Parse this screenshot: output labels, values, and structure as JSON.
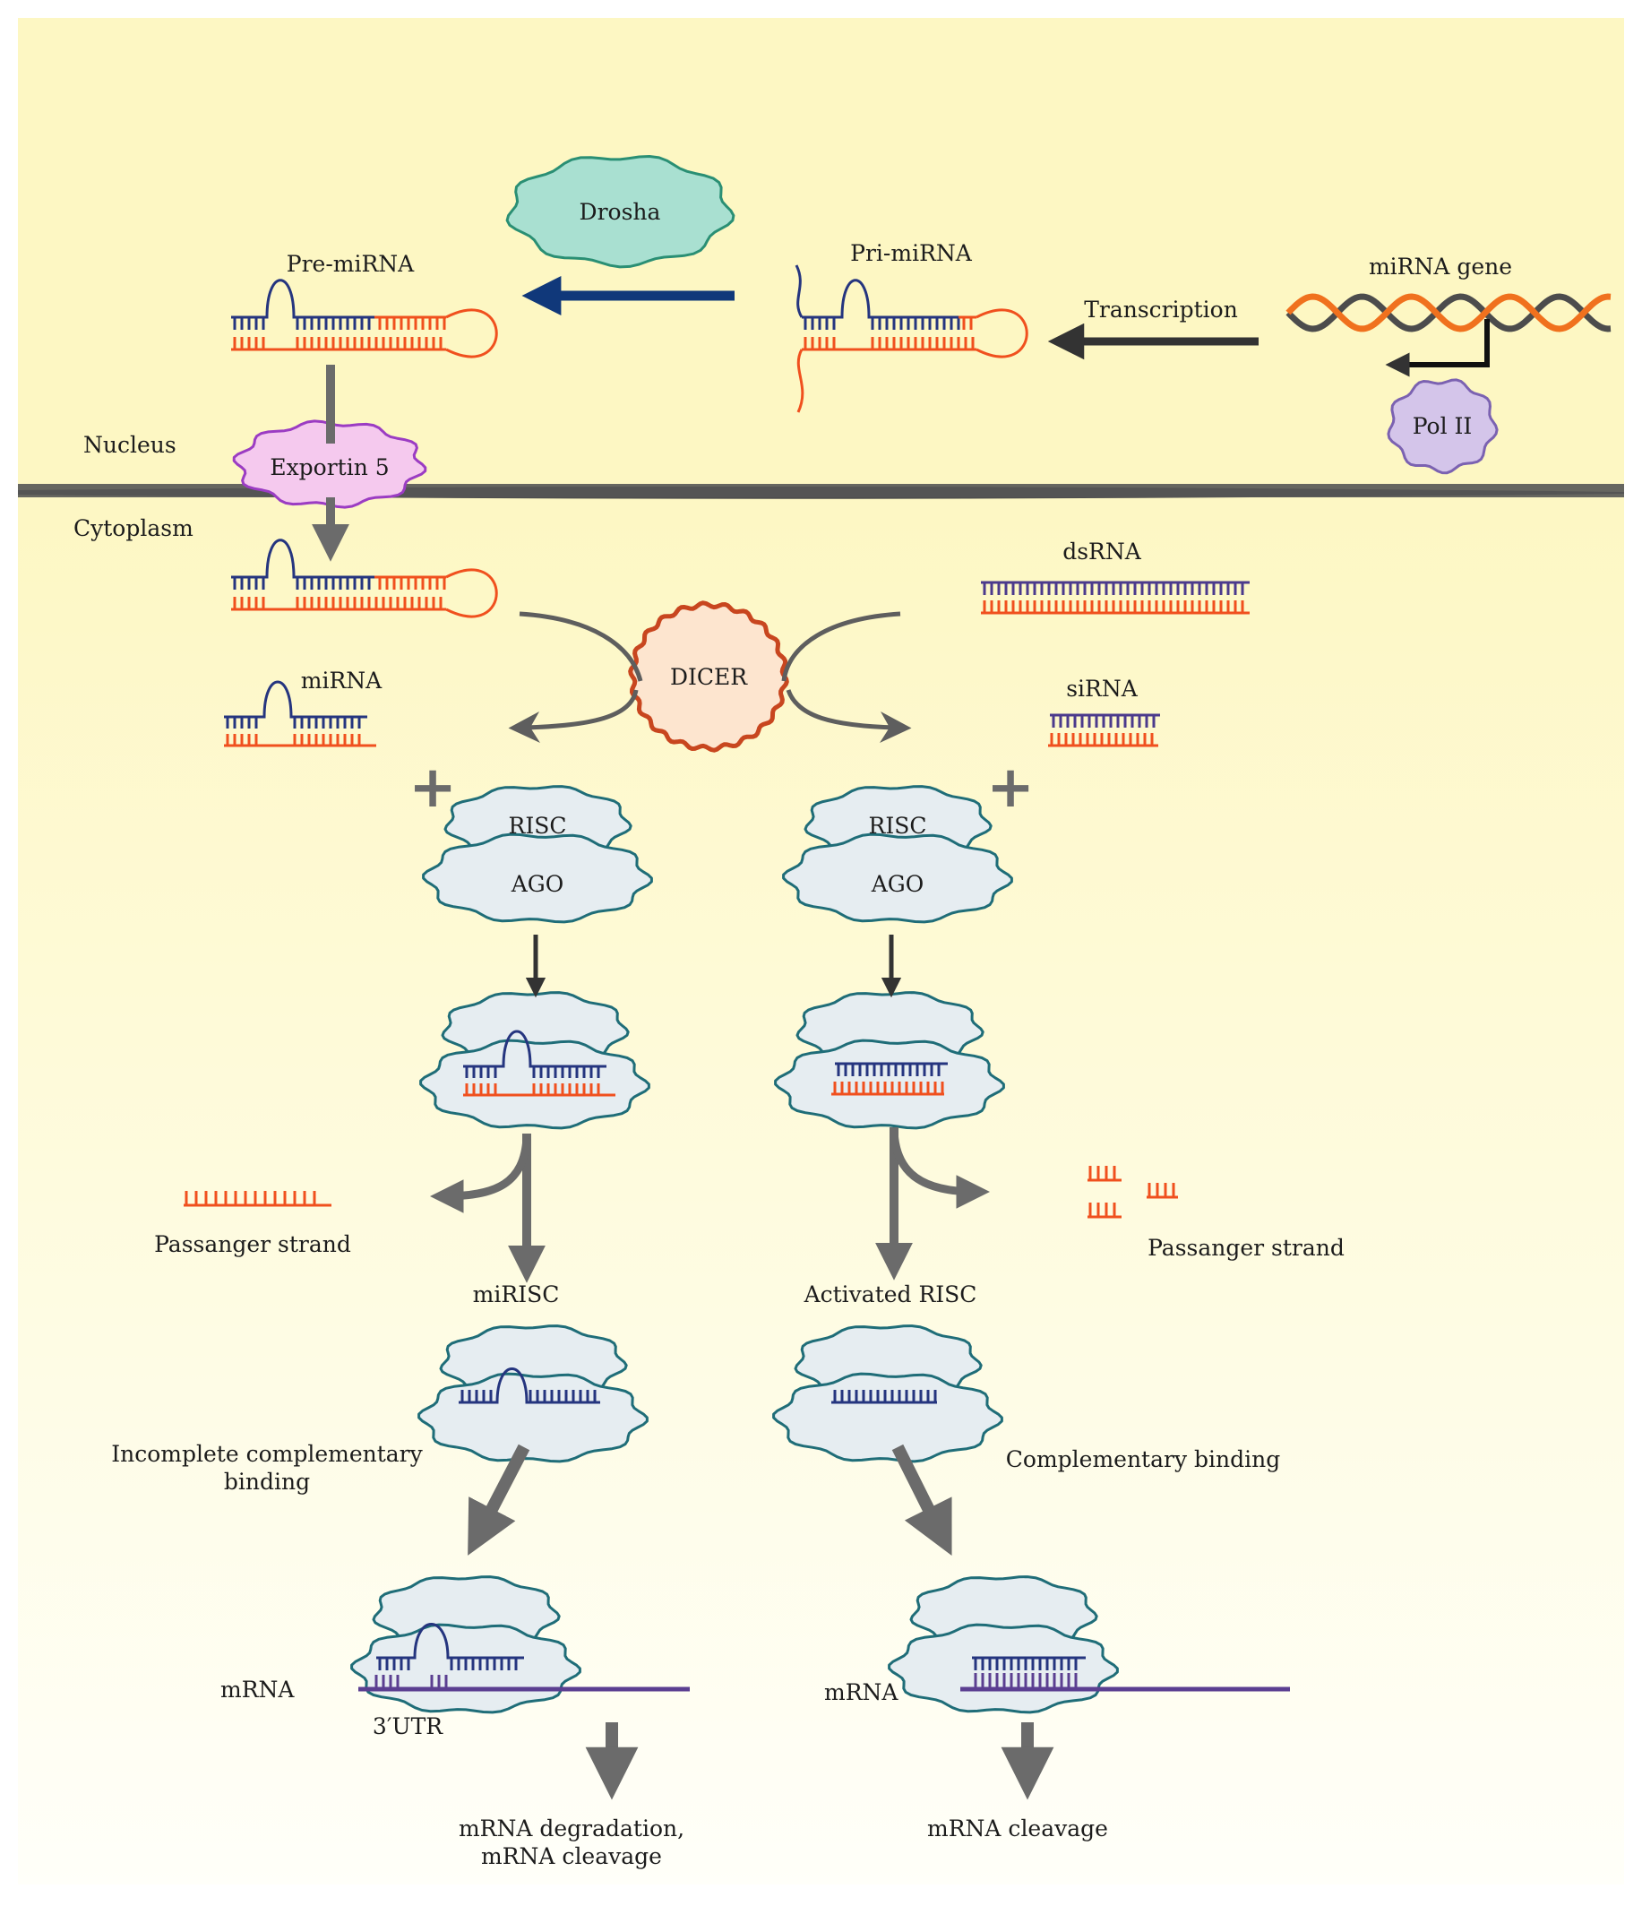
{
  "colors": {
    "background_top": "#fdf7c3",
    "background_bottom": "#fffff9",
    "membrane": "#4d4d4d",
    "guide_strand": "#25357f",
    "passenger_strand": "#f0501e",
    "sirna_strand": "#4b3a8c",
    "mrna": "#5b3f91",
    "arrow_gray": "#6b6b6b",
    "arrow_navy": "#10387a",
    "drosha_fill": "#a9e0d1",
    "drosha_edge": "#2a8f74",
    "exportin_fill": "#f5c9ee",
    "exportin_edge": "#9b3cc3",
    "dicer_fill": "#fde5cf",
    "dicer_edge": "#c8461f",
    "risc_fill": "#e6edf1",
    "risc_edge": "#1f6d78",
    "pol2_fill": "#d4c5ea",
    "pol2_edge": "#7b62b1"
  },
  "labels": {
    "drosha": "Drosha",
    "pre_mirna": "Pre-miRNA",
    "pri_mirna": "Pri-miRNA",
    "mirna_gene": "miRNA gene",
    "transcription": "Transcription",
    "pol_ii": "Pol II",
    "nucleus": "Nucleus",
    "exportin": "Exportin 5",
    "cytoplasm": "Cytoplasm",
    "dsrna": "dsRNA",
    "dicer": "DICER",
    "mirna": "miRNA",
    "sirna": "siRNA",
    "plus": "+",
    "risc": "RISC",
    "ago": "AGO",
    "passenger_left": "Passanger strand",
    "passenger_right": "Passanger strand",
    "mirisc": "miRISC",
    "activated_risc": "Activated RISC",
    "incomplete_binding": "Incomplete complementary binding",
    "complementary_binding": "Complementary binding",
    "mrna_left": "mRNA",
    "mrna_right": "mRNA",
    "utr": "3′UTR",
    "outcome_left": "mRNA degradation, mRNA cleavage",
    "outcome_right": "mRNA cleavage"
  }
}
